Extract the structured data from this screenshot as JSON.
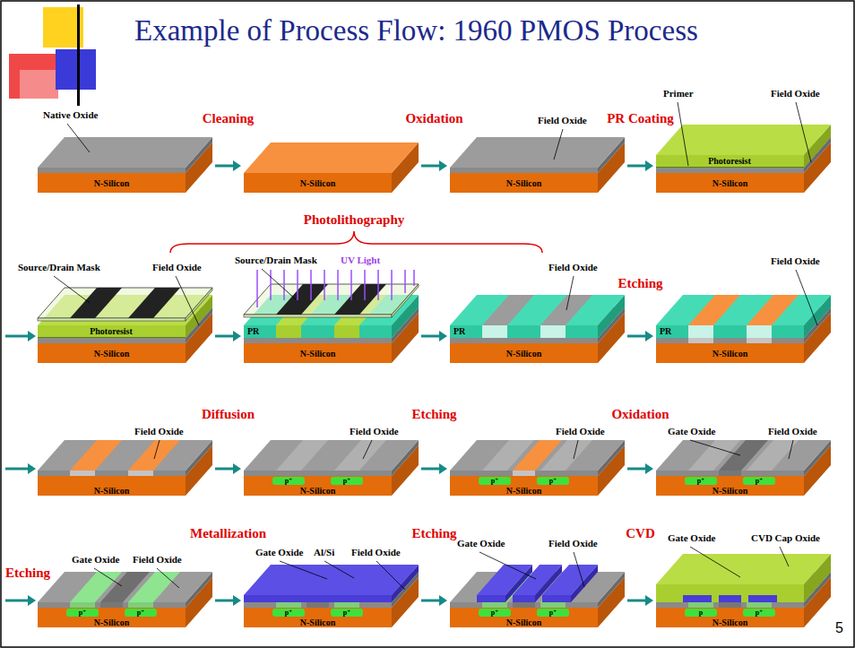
{
  "diagram": {
    "title": "Example of Process Flow: 1960 PMOS Process",
    "nodes": [
      {
        "text": [
          "N-Silicon"
        ]
      },
      {
        "text": [
          "N-Silicon"
        ]
      },
      {
        "text": [
          "N-Silicon"
        ]
      },
      {
        "text": [
          "N-Silicon"
        ]
      },
      {
        "text": [
          "N-Silicon"
        ]
      },
      {
        "text": [
          "N-Silicon"
        ]
      },
      {
        "text": [
          "N-Silicon"
        ]
      },
      {
        "text": [
          "N-Silicon"
        ]
      },
      {
        "text": [
          "N-Silicon"
        ]
      },
      {
        "text": [
          "N-Silicon"
        ]
      },
      {
        "text": [
          "N-Silicon"
        ]
      },
      {
        "text": [
          "N-Silicon"
        ]
      },
      {
        "text": [
          "N-Silicon"
        ]
      },
      {
        "text": [
          "N-Silicon"
        ]
      },
      {
        "text": [
          "N-Silicon"
        ]
      },
      {
        "text": [
          "N-Silicon"
        ]
      }
    ],
    "edges": [
      {
        "from": 0,
        "to": 1,
        "arrow": "to",
        "label": "Cleaning"
      },
      {
        "from": 1,
        "to": 2,
        "arrow": "to",
        "label": "Oxidation"
      },
      {
        "from": 2,
        "to": 3,
        "arrow": "to",
        "label": "PR Coating"
      },
      {
        "from": 4,
        "to": 5,
        "arrow": "to"
      },
      {
        "from": 5,
        "to": 6,
        "arrow": "to"
      },
      {
        "from": 6,
        "to": 7,
        "arrow": "to",
        "label": "Etching"
      },
      {
        "from": 8,
        "to": 9,
        "arrow": "to",
        "label": "Diffusion"
      },
      {
        "from": 9,
        "to": 10,
        "arrow": "to",
        "label": "Etching"
      },
      {
        "from": 10,
        "to": 11,
        "arrow": "to",
        "label": "Oxidation"
      },
      {
        "from": 12,
        "to": 13,
        "arrow": "to",
        "label": "Metallization"
      },
      {
        "from": 13,
        "to": 14,
        "arrow": "to",
        "label": "Etching"
      },
      {
        "from": 14,
        "to": 15,
        "arrow": "to",
        "label": "CVD"
      }
    ],
    "labels": [
      "Native Oxide",
      "Field Oxide",
      "Primer",
      "Field Oxide",
      "Photoresist",
      "Photolithography",
      "Source/Drain Mask",
      "Field Oxide",
      "Photoresist",
      "Source/Drain Mask",
      "UV Light",
      "PR",
      "Field Oxide",
      "PR",
      "Field Oxide",
      "PR",
      "Field Oxide",
      "Field Oxide",
      "p⁺",
      "p⁺",
      "Field Oxide",
      "p⁺",
      "p⁺",
      "Gate Oxide",
      "Field Oxide",
      "p⁺",
      "p⁺",
      "Etching",
      "Gate Oxide",
      "Field Oxide",
      "p⁺",
      "p⁺",
      "Gate Oxide",
      "Al/Si",
      "Field Oxide",
      "p⁺",
      "p⁺",
      "Gate Oxide",
      "Field Oxide",
      "p⁺",
      "p⁺",
      "Gate Oxide",
      "CVD Cap Oxide",
      "p",
      "p⁺",
      "5"
    ]
  }
}
